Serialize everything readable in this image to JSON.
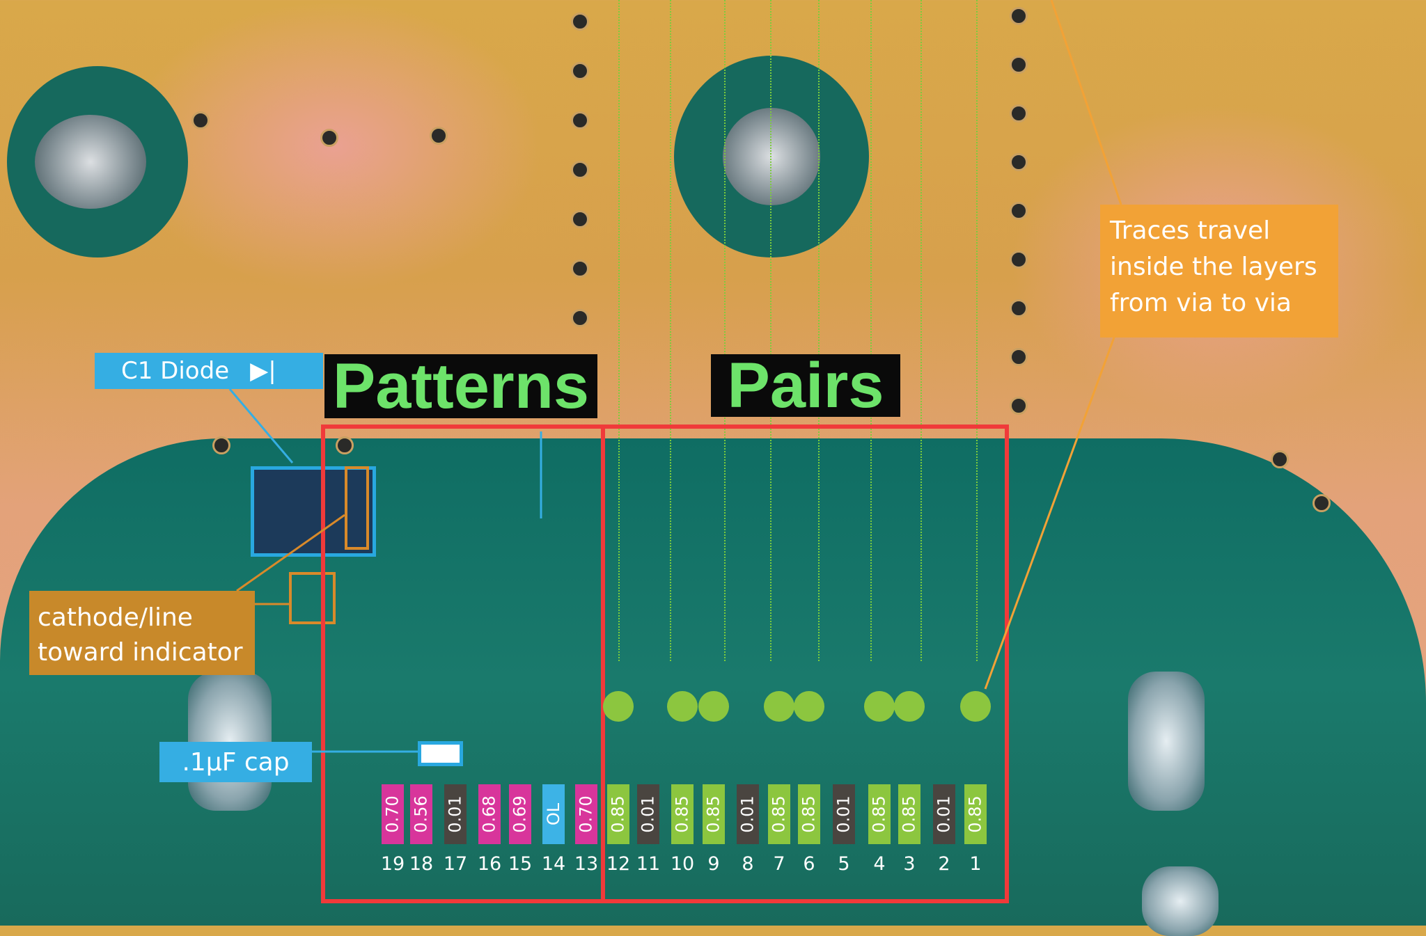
{
  "labels": {
    "patterns": "Patterns",
    "pairs": "Pairs",
    "c1_diode": "C1 Diode",
    "cathode_note": [
      "cathode/line",
      "toward indicator"
    ],
    "cap": ".1µF cap",
    "traces_note": [
      "Traces travel",
      "inside the layers",
      "from via to via"
    ]
  },
  "colors": {
    "pattern": "#d8359b",
    "pair": "#8cc63f",
    "short": "#4a4540",
    "open": "#3db3e6",
    "frame": "#f03a3a"
  },
  "pads": [
    {
      "num": "19",
      "value": "0.70",
      "kind": "pattern"
    },
    {
      "num": "18",
      "value": "0.56",
      "kind": "pattern"
    },
    {
      "num": "17",
      "value": "0.01",
      "kind": "short"
    },
    {
      "num": "16",
      "value": "0.68",
      "kind": "pattern"
    },
    {
      "num": "15",
      "value": "0.69",
      "kind": "pattern"
    },
    {
      "num": "14",
      "value": "OL",
      "kind": "open"
    },
    {
      "num": "13",
      "value": "0.70",
      "kind": "pattern"
    },
    {
      "num": "12",
      "value": "0.85",
      "kind": "pair"
    },
    {
      "num": "11",
      "value": "0.01",
      "kind": "short"
    },
    {
      "num": "10",
      "value": "0.85",
      "kind": "pair"
    },
    {
      "num": "9",
      "value": "0.85",
      "kind": "pair"
    },
    {
      "num": "8",
      "value": "0.01",
      "kind": "short"
    },
    {
      "num": "7",
      "value": "0.85",
      "kind": "pair"
    },
    {
      "num": "6",
      "value": "0.85",
      "kind": "pair"
    },
    {
      "num": "5",
      "value": "0.01",
      "kind": "short"
    },
    {
      "num": "4",
      "value": "0.85",
      "kind": "pair"
    },
    {
      "num": "3",
      "value": "0.85",
      "kind": "pair"
    },
    {
      "num": "2",
      "value": "0.01",
      "kind": "short"
    },
    {
      "num": "1",
      "value": "0.85",
      "kind": "pair"
    }
  ]
}
